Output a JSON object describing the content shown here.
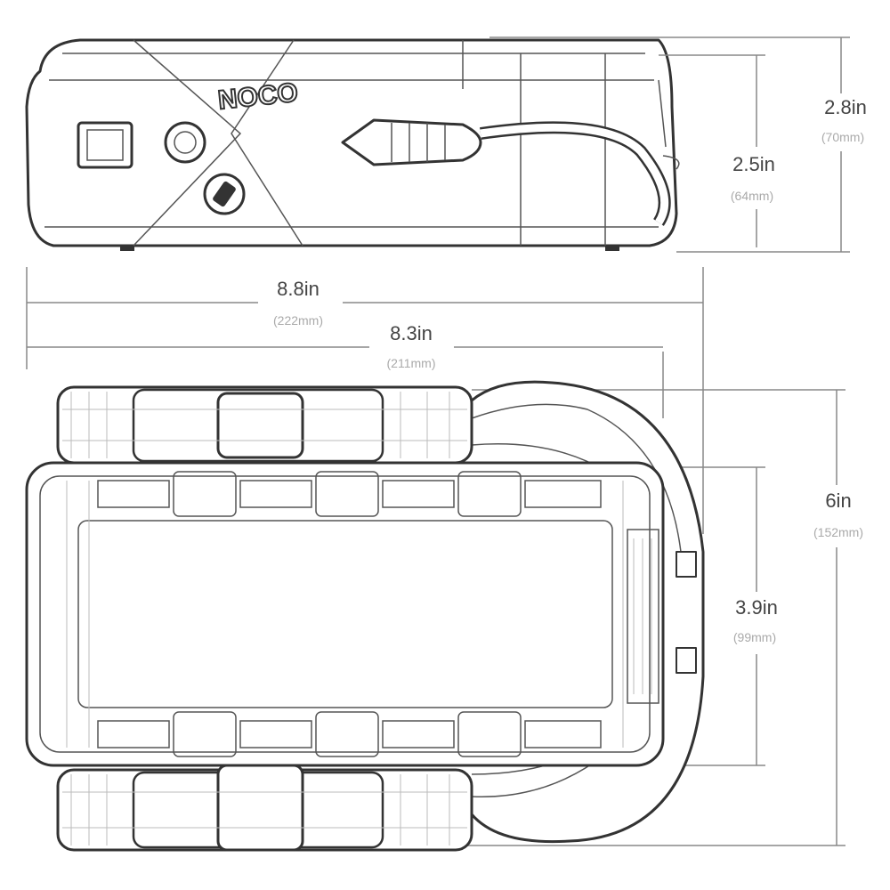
{
  "brand_logo": "NOCO",
  "dimensions": {
    "total_height": {
      "inches": "2.8in",
      "mm": "(70mm)"
    },
    "body_height": {
      "inches": "2.5in",
      "mm": "(64mm)"
    },
    "total_length": {
      "inches": "8.8in",
      "mm": "(222mm)"
    },
    "body_length": {
      "inches": "8.3in",
      "mm": "(211mm)"
    },
    "total_width": {
      "inches": "6in",
      "mm": "(152mm)"
    },
    "body_width": {
      "inches": "3.9in",
      "mm": "(99mm)"
    }
  }
}
